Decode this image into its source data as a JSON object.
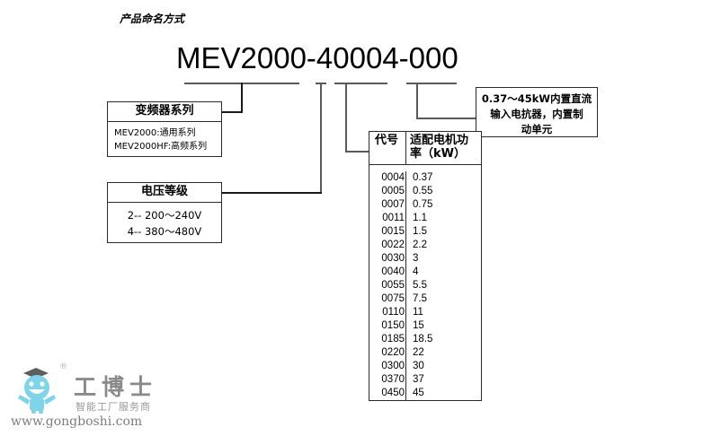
{
  "title": "产品命名方式",
  "model_number": "MEV2000-40004-000",
  "callouts": {
    "series": {
      "header": "变频器系列",
      "lines": [
        "MEV2000:通用系列",
        "MEV2000HF:高频系列"
      ]
    },
    "voltage": {
      "header": "电压等级",
      "lines": [
        "2-- 200～240V",
        "4-- 380～480V"
      ]
    },
    "reactor": {
      "lines": [
        "0.37～45kW内置直流",
        "输入电抗器，内置制",
        "动单元"
      ]
    }
  },
  "power_table": {
    "headers": [
      "代号",
      "适配电机功率（kW）"
    ],
    "header_code": "代号",
    "header_power_line1": "适配电机功",
    "header_power_line2": "率（kW）",
    "rows": [
      {
        "code": "0004",
        "power": "0.37"
      },
      {
        "code": "0005",
        "power": "0.55"
      },
      {
        "code": "0007",
        "power": "0.75"
      },
      {
        "code": "0011",
        "power": "1.1"
      },
      {
        "code": "0015",
        "power": "1.5"
      },
      {
        "code": "0022",
        "power": "2.2"
      },
      {
        "code": "0030",
        "power": "3"
      },
      {
        "code": "0040",
        "power": "4"
      },
      {
        "code": "0055",
        "power": "5.5"
      },
      {
        "code": "0075",
        "power": "7.5"
      },
      {
        "code": "0110",
        "power": "11"
      },
      {
        "code": "0150",
        "power": "15"
      },
      {
        "code": "0185",
        "power": "18.5"
      },
      {
        "code": "0220",
        "power": "22"
      },
      {
        "code": "0300",
        "power": "30"
      },
      {
        "code": "0370",
        "power": "37"
      },
      {
        "code": "0450",
        "power": "45"
      }
    ]
  },
  "watermark": {
    "brand": "工博士",
    "tagline": "智能工厂服务商",
    "url": "www.gongboshi.com",
    "registered_mark": "®",
    "mascot_color": "#7ed4e8"
  },
  "colors": {
    "line": "#5a5a5a",
    "border": "#2b2b2b",
    "text": "#000000",
    "watermark_text": "#8a8a8a"
  }
}
